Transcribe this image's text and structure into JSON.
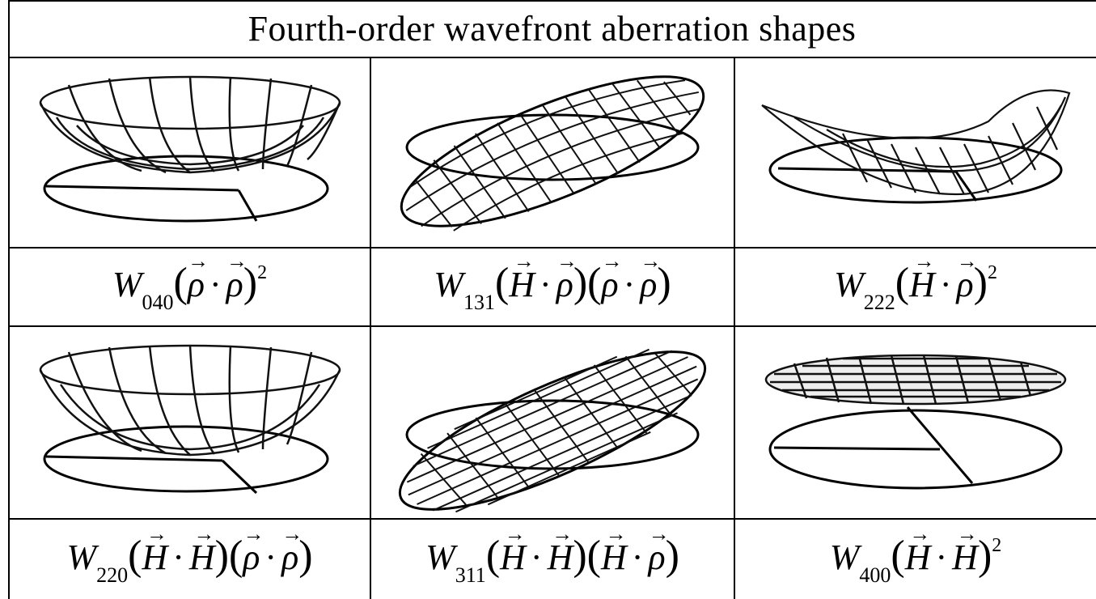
{
  "title": "Fourth-order wavefront aberration shapes",
  "formulas": [
    {
      "w": "W",
      "sub": "040",
      "terms": [
        [
          "ρ",
          "ρ"
        ]
      ],
      "sup": "2"
    },
    {
      "w": "W",
      "sub": "131",
      "terms": [
        [
          "H",
          "ρ"
        ],
        [
          "ρ",
          "ρ"
        ]
      ],
      "sup": ""
    },
    {
      "w": "W",
      "sub": "222",
      "terms": [
        [
          "H",
          "ρ"
        ]
      ],
      "sup": "2"
    },
    {
      "w": "W",
      "sub": "220",
      "terms": [
        [
          "H",
          "H"
        ],
        [
          "ρ",
          "ρ"
        ]
      ],
      "sup": ""
    },
    {
      "w": "W",
      "sub": "311",
      "terms": [
        [
          "H",
          "H"
        ],
        [
          "H",
          "ρ"
        ]
      ],
      "sup": ""
    },
    {
      "w": "W",
      "sub": "400",
      "terms": [
        [
          "H",
          "H"
        ]
      ],
      "sup": "2"
    }
  ],
  "shapes": [
    "spherical",
    "coma",
    "astigmatism",
    "field-curvature",
    "distortion",
    "piston"
  ]
}
